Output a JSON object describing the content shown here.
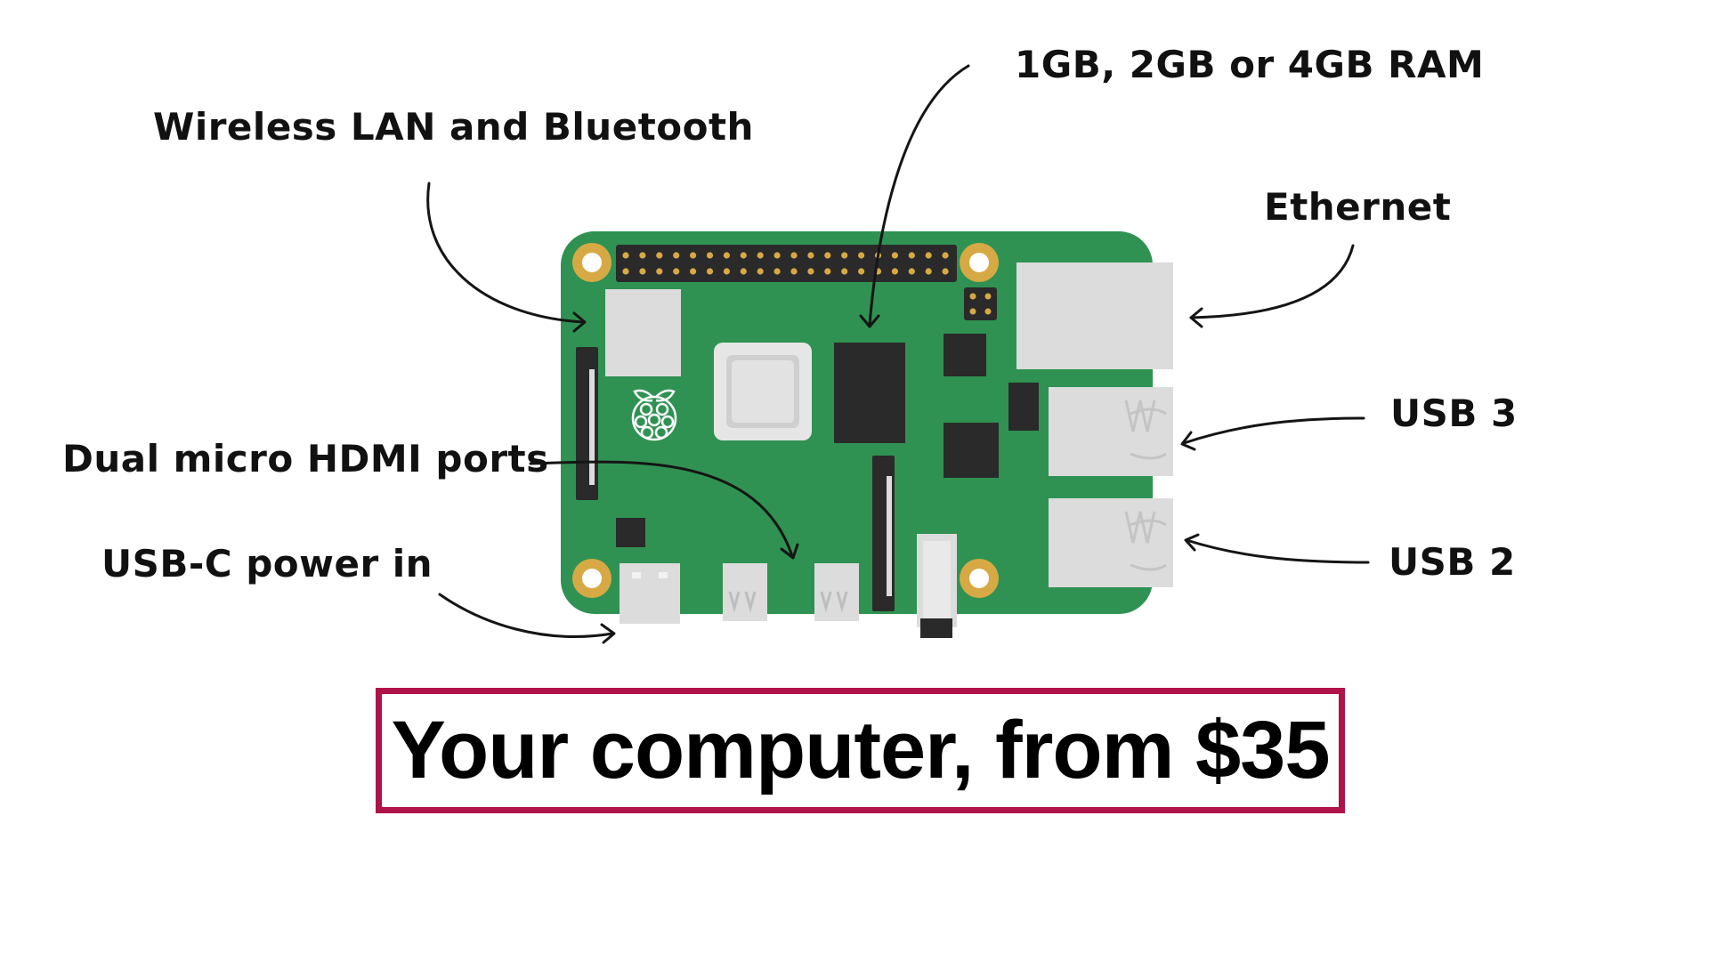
{
  "callouts": {
    "wireless": "Wireless LAN and Bluetooth",
    "ram": "1GB, 2GB or 4GB RAM",
    "ethernet": "Ethernet",
    "usb3": "USB 3",
    "hdmi": "Dual micro HDMI ports",
    "usb2": "USB 2",
    "power": "USB-C power in"
  },
  "tagline": "Your computer, from $35",
  "colors": {
    "board": "#2f9252",
    "mount_hole": "#d7a944",
    "chip": "#2a2a2a",
    "port": "#dcdcdc",
    "tagline_border": "#b0124a"
  }
}
